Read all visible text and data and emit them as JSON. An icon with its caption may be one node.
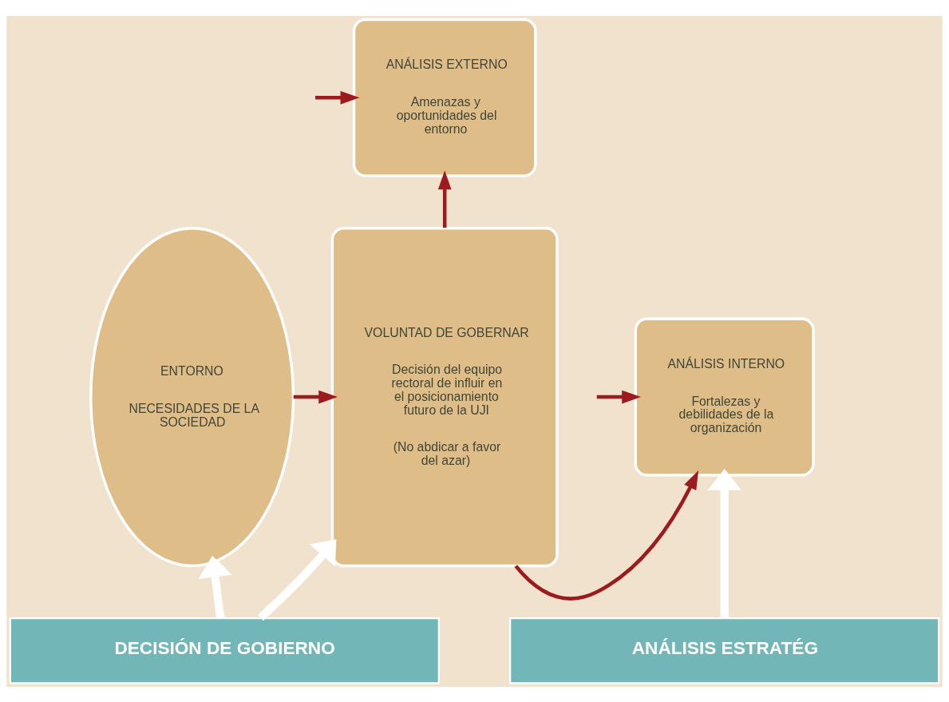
{
  "diagram": {
    "nodes": [
      {
        "text": [
          "ENTORNO",
          "NECESIDADES DE LA SOCIEDAD"
        ]
      },
      {
        "text": [
          "VOLUNTAD DE GOBERNAR",
          "Decisión del equipo rectoral de influir en el posicionamiento futuro de la UJI",
          "(No abdicar a favor del azar)"
        ]
      },
      {
        "text": [
          "ANÁLISIS EXTERNO",
          "Amenazas y oportunidades del entorno"
        ]
      },
      {
        "text": [
          "ANÁLISIS INTERNO",
          "Fortalezas y debilidades de la organización"
        ]
      },
      {
        "text": [
          "DECISIÓN DE GOBIERNO"
        ]
      },
      {
        "text": [
          "ANÁLISIS ESTRATÉG"
        ]
      }
    ],
    "edges": [
      {
        "from": 0,
        "to": 1,
        "arrow": "to"
      },
      {
        "from": 1,
        "to": 2,
        "arrow": "to"
      },
      {
        "from": 1,
        "to": 3,
        "arrow": "to"
      },
      {
        "from": null,
        "to": 2,
        "arrow": "to"
      },
      {
        "from": null,
        "to": 3,
        "arrow": "to"
      },
      {
        "from": 4,
        "to": 0,
        "arrow": "to",
        "style": "thick",
        "color": "#ffffff"
      },
      {
        "from": 4,
        "to": 1,
        "arrow": "to",
        "style": "thick",
        "color": "#ffffff"
      },
      {
        "from": 5,
        "to": 3,
        "arrow": "to",
        "style": "thick",
        "color": "#ffffff"
      }
    ]
  }
}
